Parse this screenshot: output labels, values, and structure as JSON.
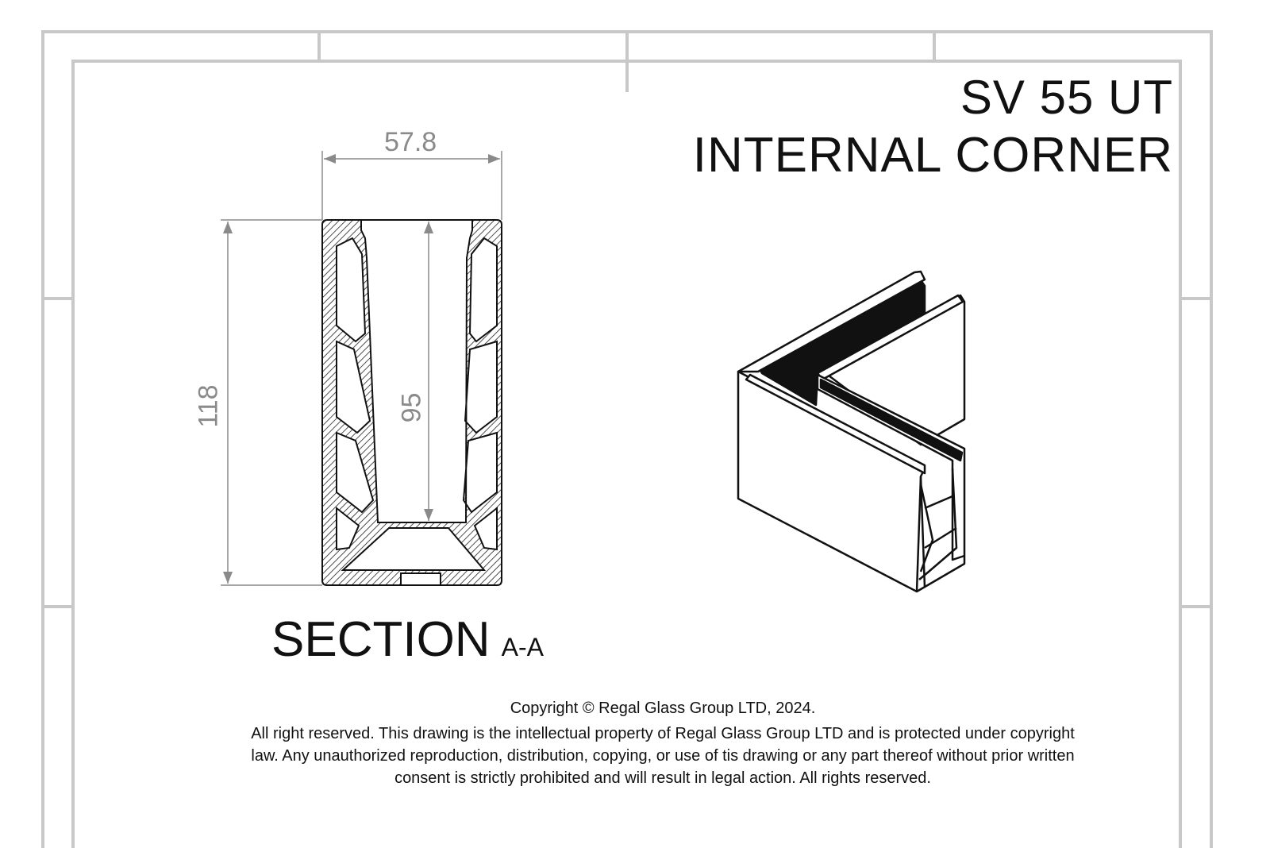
{
  "title": {
    "line1": "SV 55 UT",
    "line2": "INTERNAL CORNER"
  },
  "section": {
    "label": "SECTION",
    "view": "A-A"
  },
  "dimensions": {
    "width": "57.8",
    "height": "118",
    "channel_depth": "95"
  },
  "copyright": {
    "line1": "Copyright © Regal Glass Group LTD, 2024.",
    "line2": "All right reserved. This drawing is the intellectual property of Regal Glass Group LTD and is protected under copyright",
    "line3": "law. Any unauthorized reproduction, distribution, copying, or use of tis drawing or any part thereof without prior written",
    "line4": "consent is strictly prohibited and will result in legal action. All rights reserved."
  },
  "colors": {
    "frame": "#c8c8c8",
    "dimension": "#8a8a8a",
    "ink": "#111111"
  }
}
